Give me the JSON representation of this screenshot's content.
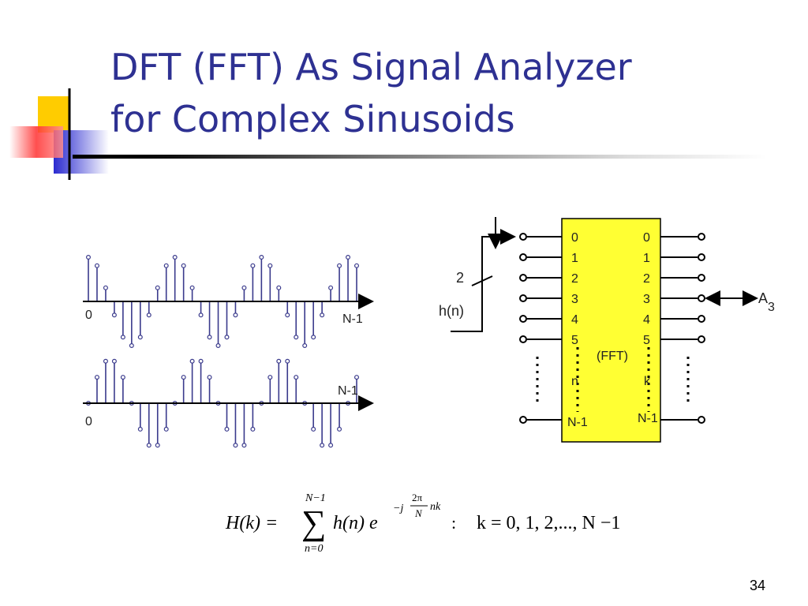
{
  "slide": {
    "title_line1": "DFT (FFT) As Signal Analyzer",
    "title_line2": "for Complex Sinusoids",
    "page_number": "34",
    "colors": {
      "title": "#2e3192",
      "yellow": "#ffcc00",
      "blue": "#3333cc",
      "red": "#ff3333",
      "stem": "#3a3a8c",
      "box": "#ffff33"
    }
  },
  "signal_plots": [
    {
      "start_label": "0",
      "end_label": "N-1",
      "samples": 32,
      "cycles": 3.2,
      "phase_deg": 90
    },
    {
      "start_label": "0",
      "end_label": "N-1",
      "samples": 32,
      "cycles": 3.2,
      "phase_deg": 0
    }
  ],
  "fft_block": {
    "label": "(FFT)",
    "input_signal": "h(n)",
    "input_index": "2",
    "output_label": "A",
    "output_sub": "3",
    "input_ports": [
      "0",
      "1",
      "2",
      "3",
      "4",
      "5"
    ],
    "output_ports": [
      "0",
      "1",
      "2",
      "3",
      "4",
      "5"
    ],
    "input_generic": "n",
    "output_generic": "k",
    "input_last": "N-1",
    "output_last": "N-1"
  },
  "formula": {
    "lhs": "H(k) =",
    "sum_top": "N−1",
    "sum_sign": "∑",
    "sum_bottom": "n=0",
    "term": "h(n) e",
    "exp_prefix": "−j",
    "exp_num": "2π",
    "exp_den": "N",
    "exp_suffix": "nk",
    "colon": ":",
    "range": "k = 0, 1, 2,..., N −1"
  }
}
